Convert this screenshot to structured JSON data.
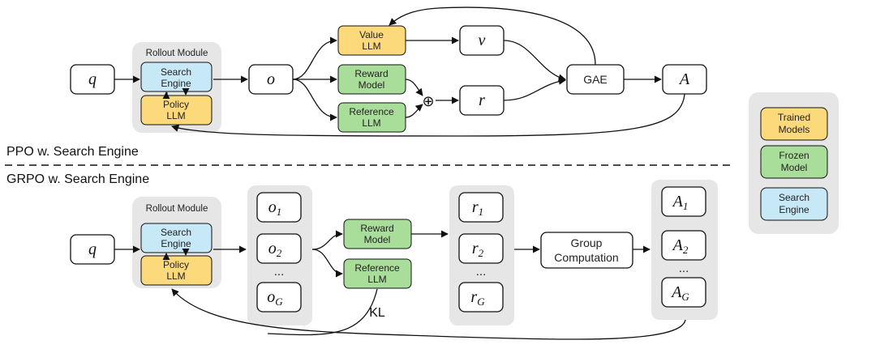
{
  "colors": {
    "trained": "#fcd97a",
    "frozen": "#a9dd9a",
    "search": "#c6e8f7",
    "group_bg": "#e6e6e6",
    "stroke": "#111111"
  },
  "ppo": {
    "section_label": "PPO w. Search Engine",
    "query": "q",
    "rollout": {
      "title": "Rollout Module",
      "search_engine": [
        "Search",
        "Engine"
      ],
      "policy_llm": [
        "Policy",
        "LLM"
      ]
    },
    "output": "o",
    "value_llm": [
      "Value",
      "LLM"
    ],
    "reward_model": [
      "Reward",
      "Model"
    ],
    "reference_llm": [
      "Reference",
      "LLM"
    ],
    "sum_symbol": "⊕",
    "value": "v",
    "reward": "r",
    "gae": "GAE",
    "advantage": "A"
  },
  "grpo": {
    "section_label": "GRPO w. Search Engine",
    "query": "q",
    "rollout": {
      "title": "Rollout Module",
      "search_engine": [
        "Search",
        "Engine"
      ],
      "policy_llm": [
        "Policy",
        "LLM"
      ]
    },
    "outputs": [
      {
        "base": "o",
        "sub": "1"
      },
      {
        "base": "o",
        "sub": "2"
      },
      {
        "base": "o",
        "sub": "G"
      }
    ],
    "reward_model": [
      "Reward",
      "Model"
    ],
    "reference_llm": [
      "Reference",
      "LLM"
    ],
    "kl": "KL",
    "rewards": [
      {
        "base": "r",
        "sub": "1"
      },
      {
        "base": "r",
        "sub": "2"
      },
      {
        "base": "r",
        "sub": "G"
      }
    ],
    "group_computation": [
      "Group",
      "Computation"
    ],
    "advantages": [
      {
        "base": "A",
        "sub": "1"
      },
      {
        "base": "A",
        "sub": "2"
      },
      {
        "base": "A",
        "sub": "G"
      }
    ],
    "ellipsis": "..."
  },
  "legend": [
    {
      "key": "trained",
      "label": [
        "Trained",
        "Models"
      ]
    },
    {
      "key": "frozen",
      "label": [
        "Frozen",
        "Model"
      ]
    },
    {
      "key": "search",
      "label": [
        "Search",
        "Engine"
      ]
    }
  ]
}
